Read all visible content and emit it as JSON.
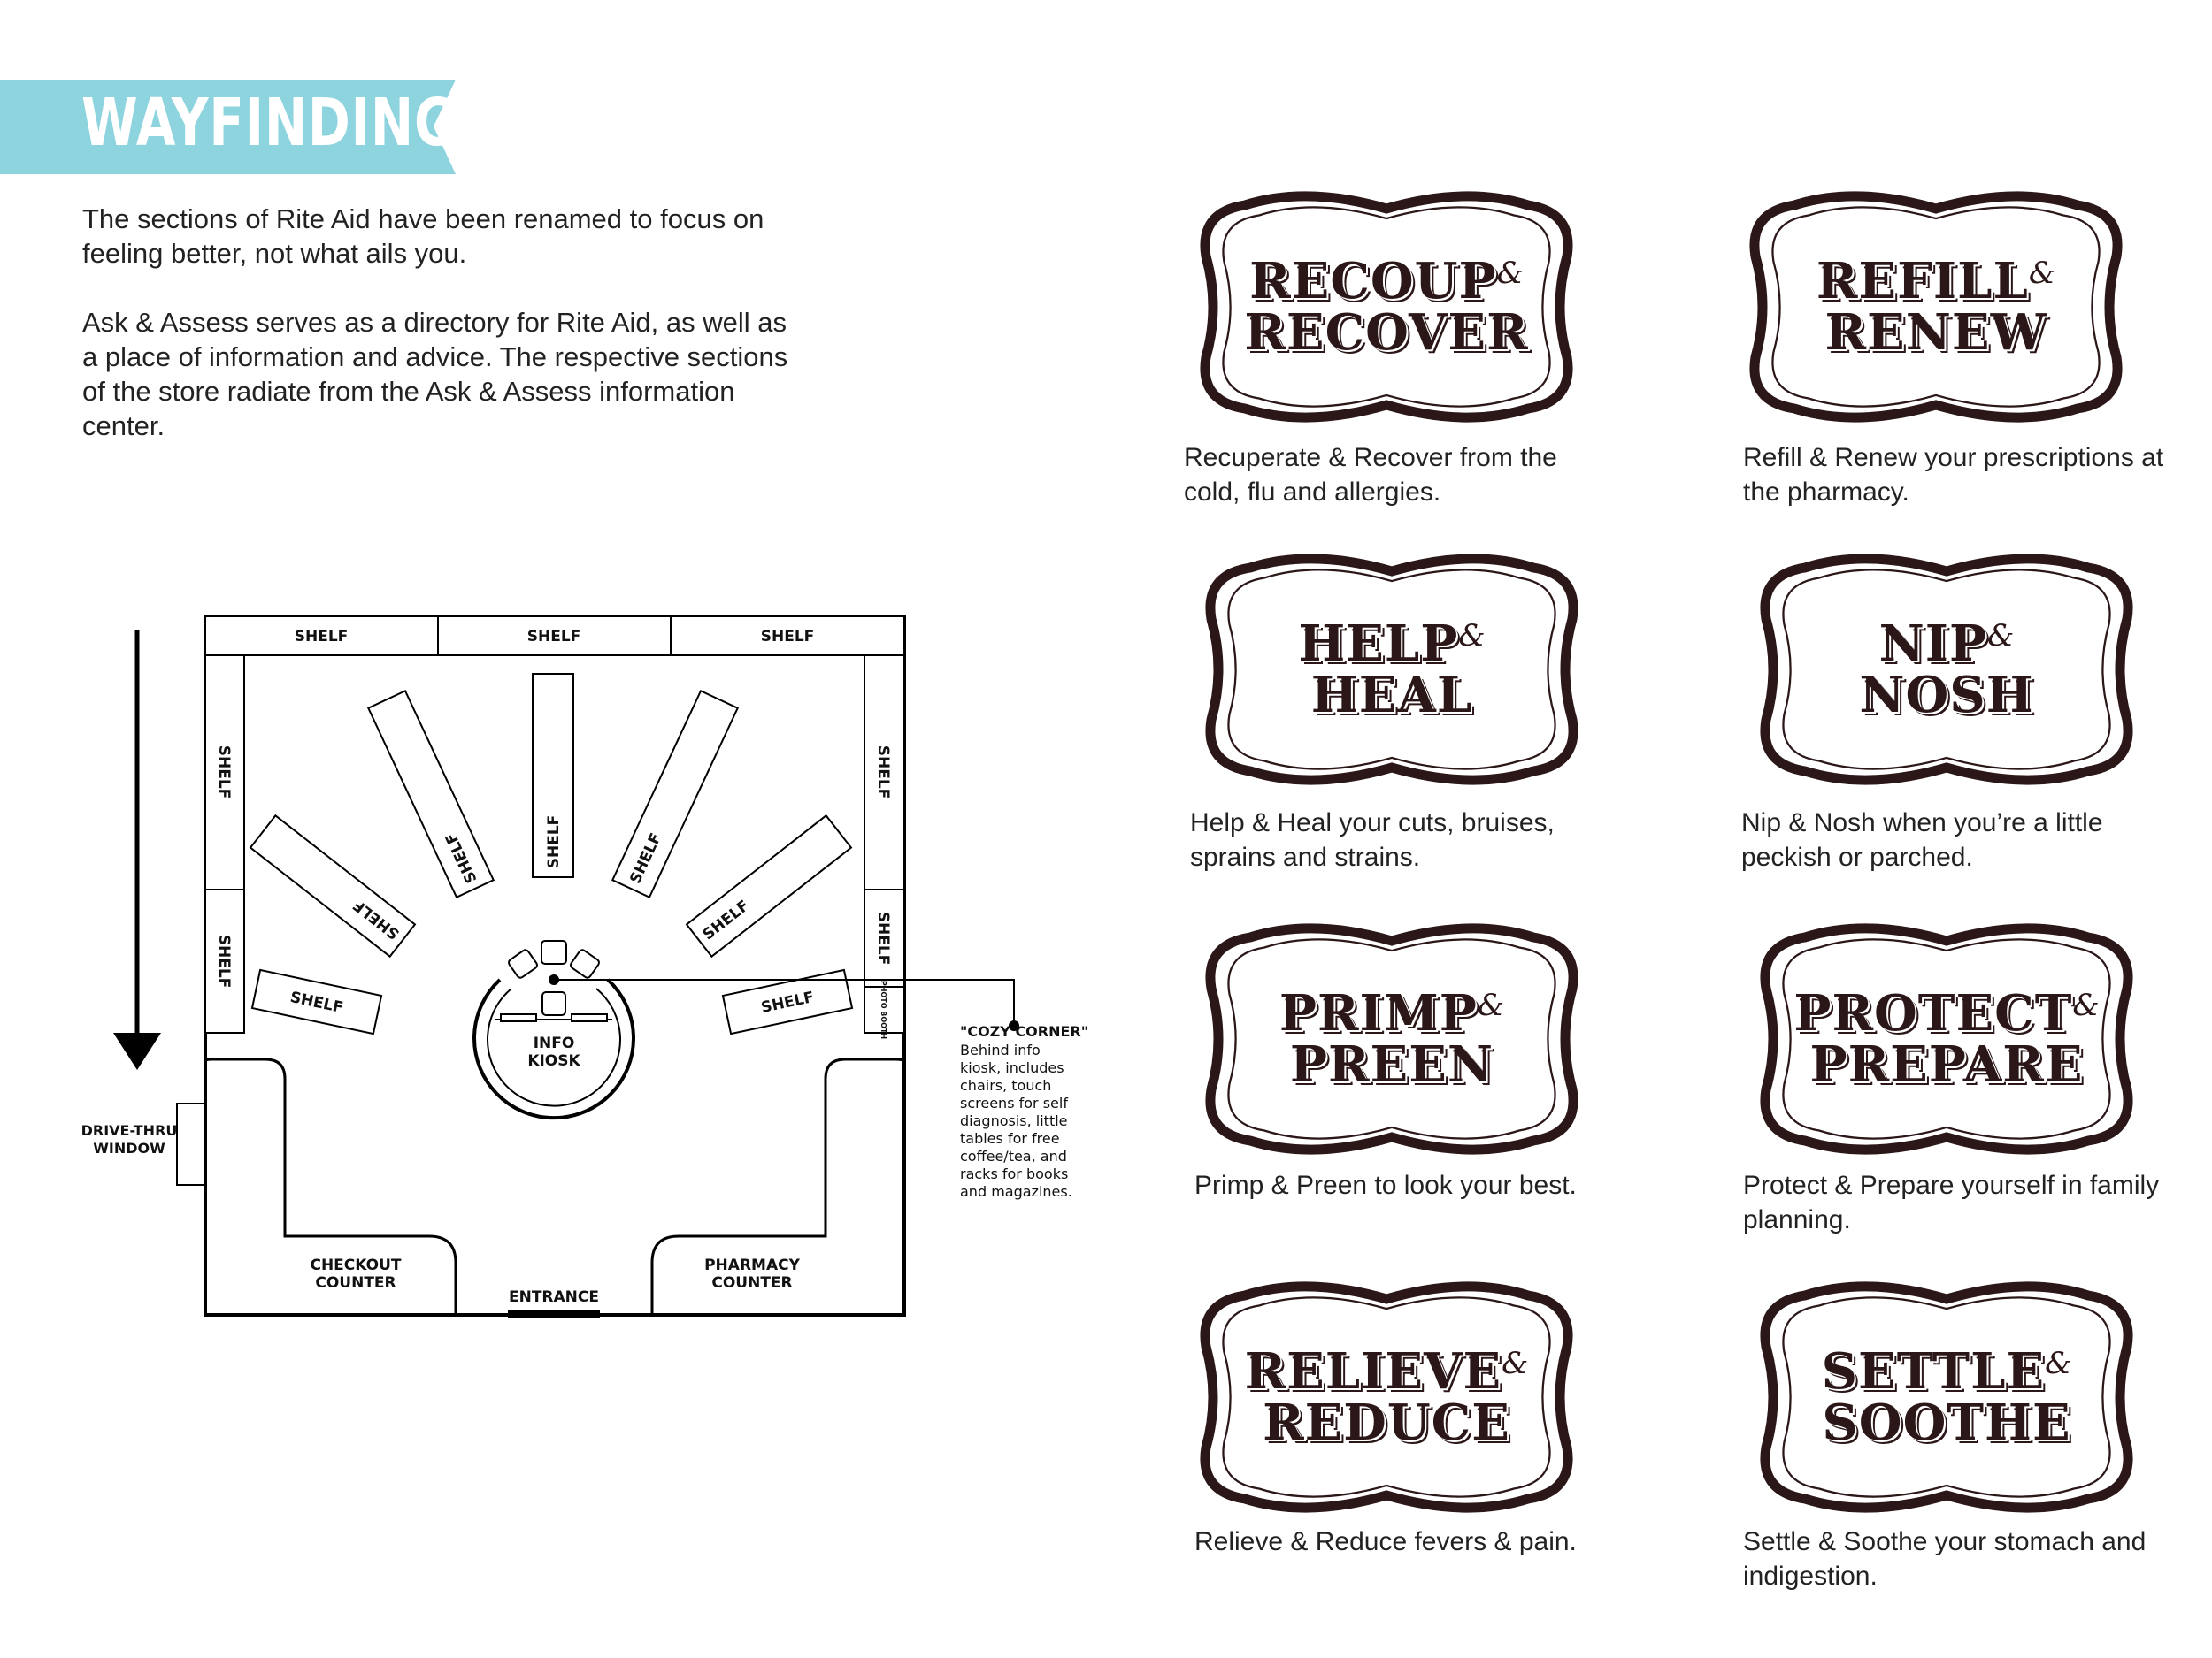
{
  "header": {
    "title": "WAYFINDING",
    "banner_color": "#8dd4de"
  },
  "intro": {
    "paragraph1": "The sections of Rite Aid have been renamed to focus on feeling better, not what ails you.",
    "paragraph2": "Ask & Assess serves as a directory for Rite Aid, as well as a place of information and advice. The respective sections of the store radiate from the Ask & Assess information center."
  },
  "floorplan": {
    "shelf_label": "SHELF",
    "photo_booth": "PHOTO BOOTH",
    "info_kiosk": [
      "INFO",
      "KIOSK"
    ],
    "drive_thru": [
      "DRIVE-THRU",
      "WINDOW"
    ],
    "checkout": [
      "CHECKOUT",
      "COUNTER"
    ],
    "pharmacy": [
      "PHARMACY",
      "COUNTER"
    ],
    "entrance": "ENTRANCE",
    "cozy_corner_title": "\"COZY CORNER\"",
    "cozy_corner_lines": [
      "Behind info",
      "kiosk, includes",
      "chairs, touch",
      "screens for self",
      "diagnosis, little",
      "tables for free",
      "coffee/tea, and",
      "racks for books",
      "and magazines."
    ]
  },
  "signs": [
    {
      "word1": "RECOUP",
      "amp": "&",
      "word2": "RECOVER",
      "description": "Recuperate & Recover from the cold, flu and allergies."
    },
    {
      "word1": "REFILL",
      "amp": "&",
      "word2": "RENEW",
      "description": "Refill & Renew your prescriptions at the pharmacy."
    },
    {
      "word1": "HELP",
      "amp": "&",
      "word2": "HEAL",
      "description": "Help & Heal your cuts, bruises, sprains and strains."
    },
    {
      "word1": "NIP",
      "amp": "&",
      "word2": "NOSH",
      "description": "Nip & Nosh when you’re a little peckish or parched."
    },
    {
      "word1": "PRIMP",
      "amp": "&",
      "word2": "PREEN",
      "description": "Primp & Preen to look your best."
    },
    {
      "word1": "PROTECT",
      "amp": "&",
      "word2": "PREPARE",
      "description": "Protect & Prepare yourself in family planning."
    },
    {
      "word1": "RELIEVE",
      "amp": "&",
      "word2": "REDUCE",
      "description": "Relieve & Reduce fevers & pain."
    },
    {
      "word1": "SETTLE",
      "amp": "&",
      "word2": "SOOTHE",
      "description": "Settle & Soothe your stomach and indigestion."
    }
  ],
  "colors": {
    "sign_ink": "#2b1618",
    "text": "#222222"
  }
}
